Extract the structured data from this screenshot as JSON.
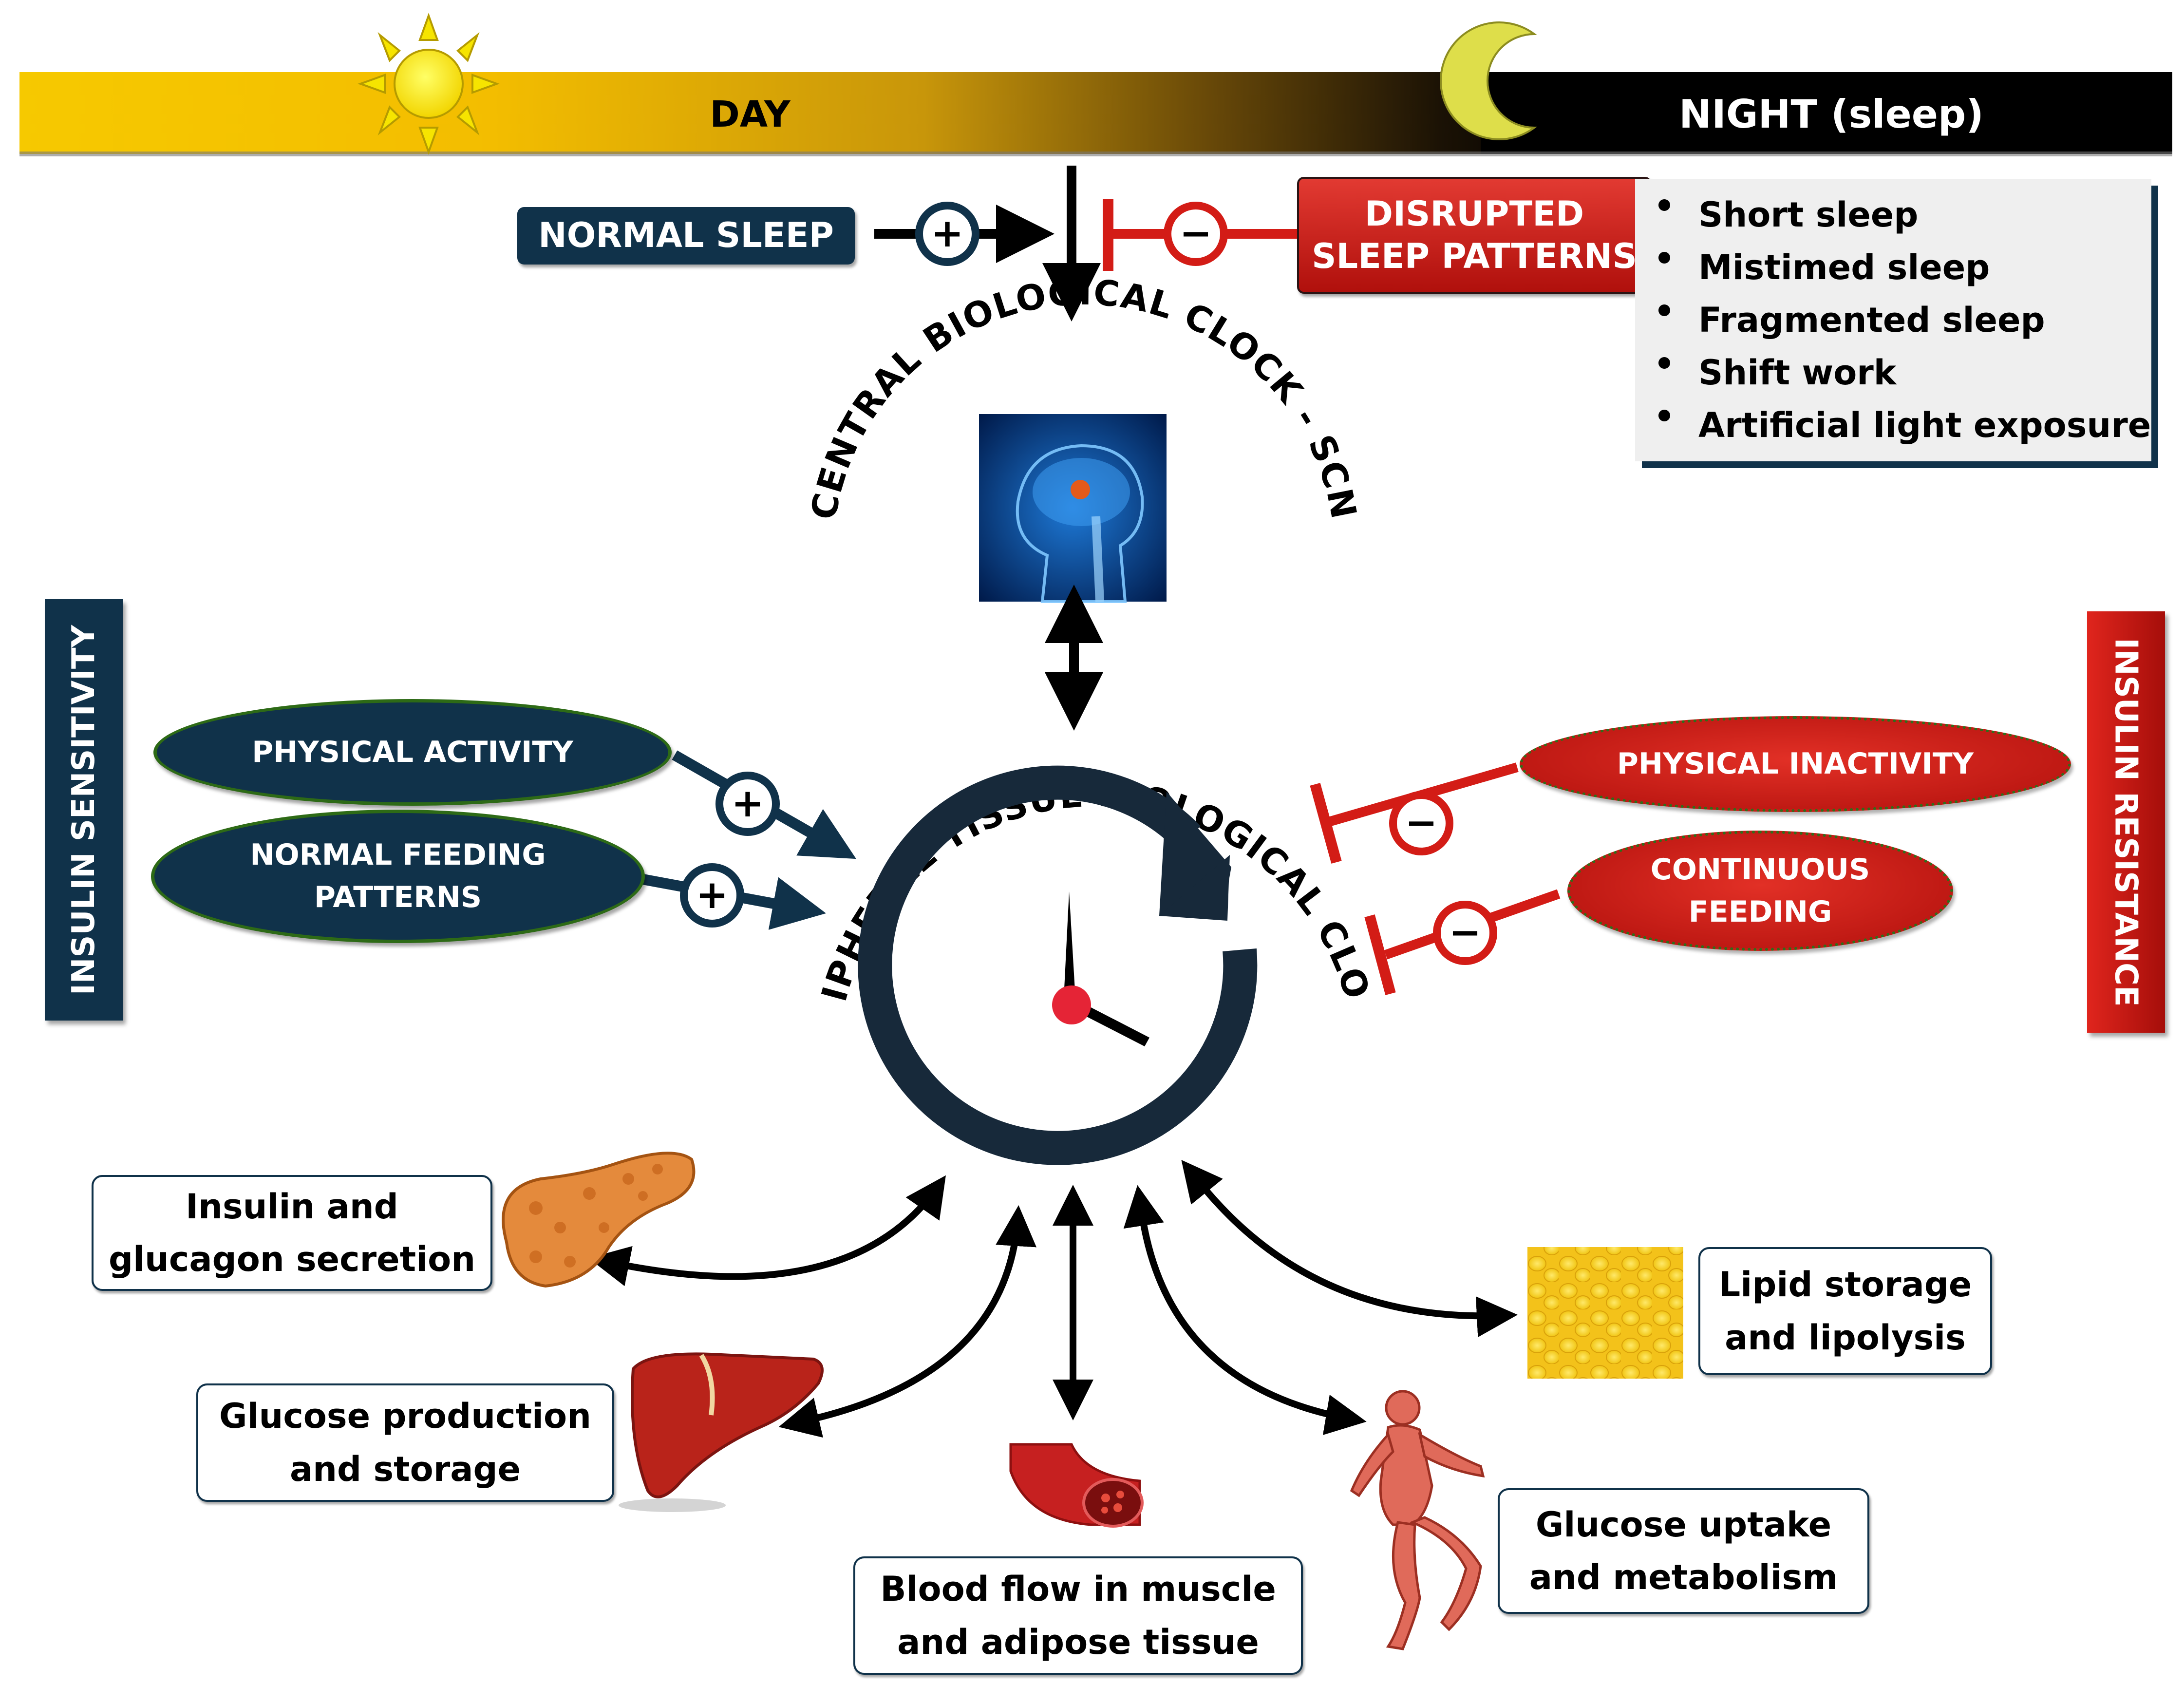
{
  "timeline": {
    "day_label": "DAY",
    "night_label": "NIGHT (sleep)"
  },
  "top": {
    "normal_sleep": "NORMAL SLEEP",
    "disrupted_line1": "DISRUPTED",
    "disrupted_line2": "SLEEP PATTERNS",
    "disruptions": [
      "Short sleep",
      "Mistimed sleep",
      "Fragmented sleep",
      "Shift work",
      "Artificial light exposure"
    ]
  },
  "central": {
    "title": "CENTRAL BIOLOGICAL CLOCK - SCN"
  },
  "peripheral": {
    "title": "PERIPHERAL TISSUE BIOLOGICAL CLOCKS"
  },
  "left": {
    "bar_label": "INSULIN SENSITIVITY",
    "physical_activity": "PHYSICAL ACTIVITY",
    "feeding_line1": "NORMAL FEEDING",
    "feeding_line2": "PATTERNS"
  },
  "right": {
    "bar_label": "INSULIN RESISTANCE",
    "inactivity": "PHYSICAL INACTIVITY",
    "continuous_line1": "CONTINUOUS",
    "continuous_line2": "FEEDING"
  },
  "signs": {
    "plus": "+",
    "minus": "−"
  },
  "tissues": {
    "pancreas_line1": "Insulin and",
    "pancreas_line2": "glucagon secretion",
    "liver_line1": "Glucose production",
    "liver_line2": "and storage",
    "vessel_line1": "Blood flow in muscle",
    "vessel_line2": "and adipose tissue",
    "muscle_line1": "Glucose uptake",
    "muscle_line2": "and metabolism",
    "fat_line1": "Lipid storage",
    "fat_line2": "and lipolysis"
  },
  "colors": {
    "navy": "#10324a",
    "red": "#d31c16",
    "gold": "#f2c200",
    "night": "#000000"
  }
}
